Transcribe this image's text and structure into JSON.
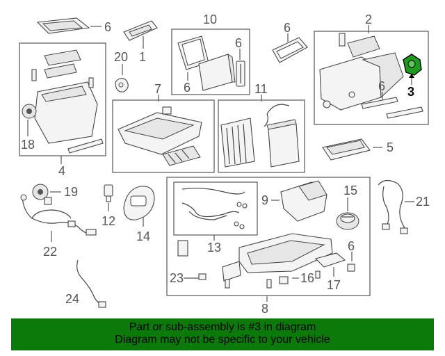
{
  "callouts": [
    {
      "id": "c6a",
      "text": "6"
    },
    {
      "id": "c1",
      "text": "1"
    },
    {
      "id": "c10",
      "text": "10"
    },
    {
      "id": "c6b",
      "text": "6"
    },
    {
      "id": "c6c",
      "text": "6"
    },
    {
      "id": "c6d",
      "text": "6"
    },
    {
      "id": "c2",
      "text": "2"
    },
    {
      "id": "c3",
      "text": "3"
    },
    {
      "id": "c6e",
      "text": "6"
    },
    {
      "id": "c20",
      "text": "20"
    },
    {
      "id": "c7",
      "text": "7"
    },
    {
      "id": "c11",
      "text": "11"
    },
    {
      "id": "c18",
      "text": "18"
    },
    {
      "id": "c4",
      "text": "4"
    },
    {
      "id": "c5",
      "text": "5"
    },
    {
      "id": "c19",
      "text": "19"
    },
    {
      "id": "c12",
      "text": "12"
    },
    {
      "id": "c14",
      "text": "14"
    },
    {
      "id": "c9",
      "text": "9"
    },
    {
      "id": "c15",
      "text": "15"
    },
    {
      "id": "c21",
      "text": "21"
    },
    {
      "id": "c13",
      "text": "13"
    },
    {
      "id": "c6f",
      "text": "6"
    },
    {
      "id": "c22",
      "text": "22"
    },
    {
      "id": "c23",
      "text": "23"
    },
    {
      "id": "c16",
      "text": "16"
    },
    {
      "id": "c17",
      "text": "17"
    },
    {
      "id": "c24",
      "text": "24"
    },
    {
      "id": "c8",
      "text": "8"
    }
  ],
  "highlight": {
    "part": "3",
    "color": "#1f9a1f"
  },
  "banner": {
    "line1": "Part or sub-assembly is #3 in diagram",
    "line2": "Diagram may not be specific to your vehicle",
    "color": "#0b7a0b"
  }
}
